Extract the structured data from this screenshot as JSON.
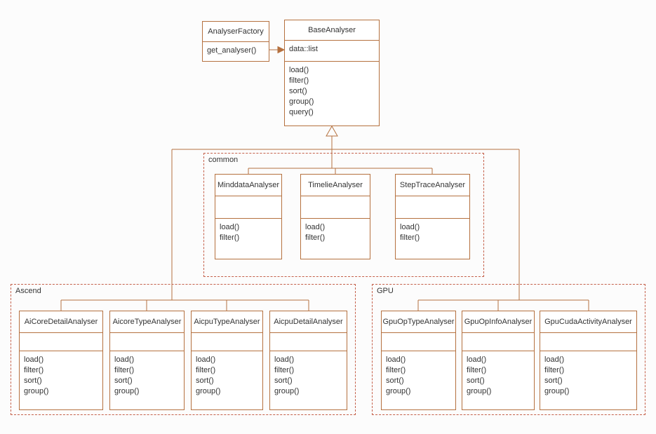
{
  "colors": {
    "node_border": "#b5713f",
    "line": "#b5713f",
    "group_border": "#c4604a",
    "node_fill": "#ffffff",
    "background": "#fcfcfc",
    "text": "#333333"
  },
  "groups": {
    "common": {
      "label": "common"
    },
    "ascend": {
      "label": "Ascend"
    },
    "gpu": {
      "label": "GPU"
    }
  },
  "classes": {
    "analyser_factory": {
      "title": "AnalyserFactory",
      "methods": [
        "get_analyser()"
      ]
    },
    "base_analyser": {
      "title": "BaseAnalyser",
      "attributes": [
        "data::list"
      ],
      "methods": [
        "load()",
        "filter()",
        "sort()",
        "group()",
        "query()"
      ]
    },
    "minddata_analyser": {
      "title": "MinddataAnalyser",
      "methods": [
        "load()",
        "filter()"
      ]
    },
    "timelie_analyser": {
      "title": "TimelieAnalyser",
      "methods": [
        "load()",
        "filter()"
      ]
    },
    "step_trace_analyser": {
      "title": "StepTraceAnalyser",
      "methods": [
        "load()",
        "filter()"
      ]
    },
    "ai_core_detail_analyser": {
      "title": "AiCoreDetailAnalyser",
      "methods": [
        "load()",
        "filter()",
        "sort()",
        "group()"
      ]
    },
    "aicore_type_analyser": {
      "title": "AicoreTypeAnalyser",
      "methods": [
        "load()",
        "filter()",
        "sort()",
        "group()"
      ]
    },
    "aicpu_type_analyser": {
      "title": "AicpuTypeAnalyser",
      "methods": [
        "load()",
        "filter()",
        "sort()",
        "group()"
      ]
    },
    "aicpu_detail_analyser": {
      "title": "AicpuDetailAnalyser",
      "methods": [
        "load()",
        "filter()",
        "sort()",
        "group()"
      ]
    },
    "gpu_op_type_analyser": {
      "title": "GpuOpTypeAnalyser",
      "methods": [
        "load()",
        "filter()",
        "sort()",
        "group()"
      ]
    },
    "gpu_op_info_analyser": {
      "title": "GpuOpInfoAnalyser",
      "methods": [
        "load()",
        "filter()",
        "sort()",
        "group()"
      ]
    },
    "gpu_cuda_activity_analyser": {
      "title": "GpuCudaActivityAnalyser",
      "methods": [
        "load()",
        "filter()",
        "sort()",
        "group()"
      ]
    }
  }
}
